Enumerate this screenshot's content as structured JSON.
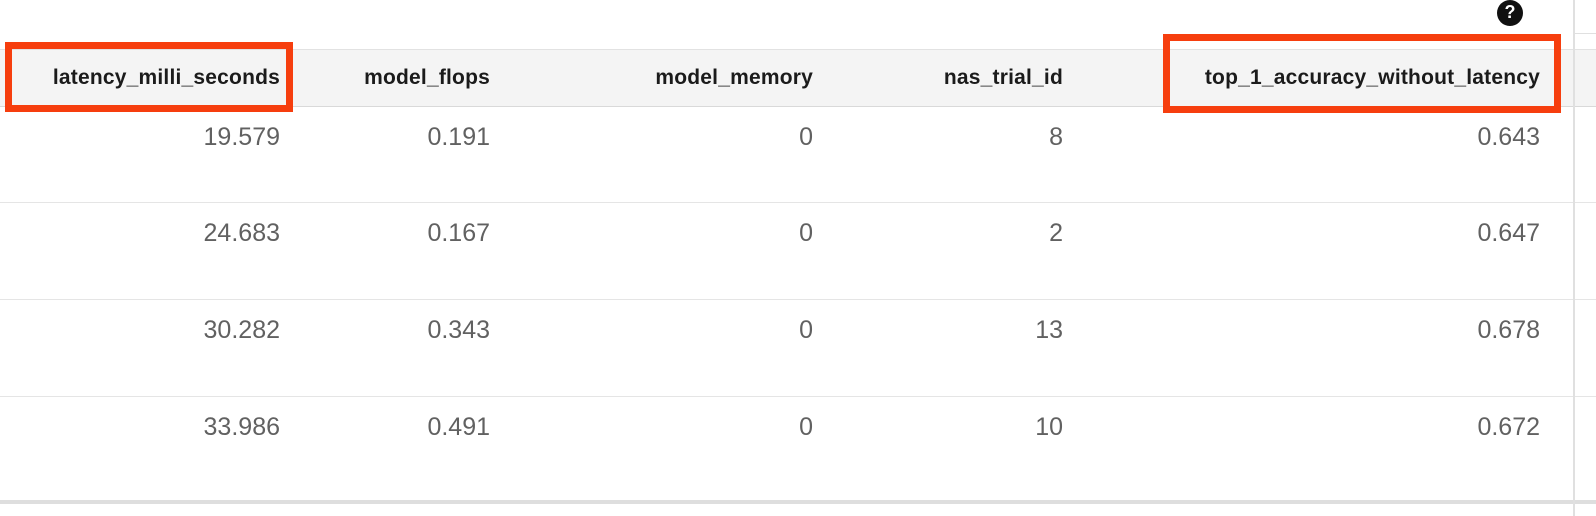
{
  "help": {
    "icon_glyph": "?"
  },
  "annotation": {
    "color": "#f63e0e",
    "highlighted_columns": [
      "latency_milli_seconds",
      "top_1_accuracy_without_latency"
    ]
  },
  "table": {
    "columns": [
      {
        "label": "latency_milli_seconds",
        "highlighted": true
      },
      {
        "label": "model_flops",
        "highlighted": false
      },
      {
        "label": "model_memory",
        "highlighted": false
      },
      {
        "label": "nas_trial_id",
        "highlighted": false
      },
      {
        "label": "top_1_accuracy_without_latency",
        "highlighted": true
      }
    ],
    "rows": [
      [
        "19.579",
        "0.191",
        "0",
        "8",
        "0.643"
      ],
      [
        "24.683",
        "0.167",
        "0",
        "2",
        "0.647"
      ],
      [
        "30.282",
        "0.343",
        "0",
        "13",
        "0.678"
      ],
      [
        "33.986",
        "0.491",
        "0",
        "10",
        "0.672"
      ]
    ]
  },
  "colors": {
    "header_band_bg": "#f4f4f4",
    "header_text": "#1b1b1b",
    "cell_text": "#616161",
    "divider": "#e5e5e5",
    "accent": "#f63e0e"
  }
}
